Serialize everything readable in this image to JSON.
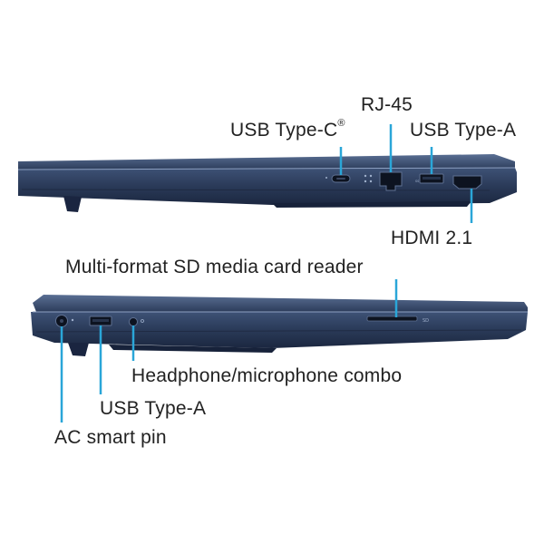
{
  "right_side": {
    "ports": [
      {
        "id": "usb-c",
        "label": "USB Type-C",
        "mark": "®"
      },
      {
        "id": "rj45",
        "label": "RJ-45"
      },
      {
        "id": "usb-a",
        "label": "USB Type-A"
      },
      {
        "id": "hdmi",
        "label": "HDMI 2.1"
      }
    ]
  },
  "left_side": {
    "ports": [
      {
        "id": "sd",
        "label": "Multi-format SD media card reader",
        "etched": "SD"
      },
      {
        "id": "audio",
        "label": "Headphone/microphone combo"
      },
      {
        "id": "usb-a",
        "label": "USB Type-A"
      },
      {
        "id": "ac",
        "label": "AC smart pin"
      }
    ]
  },
  "colors": {
    "chassis": "#2a3a56",
    "chassis_dark": "#1c2840",
    "chassis_light": "#4a5e82",
    "port_black": "#0d1320",
    "callout": "#2aa6d8",
    "text": "#222222"
  }
}
